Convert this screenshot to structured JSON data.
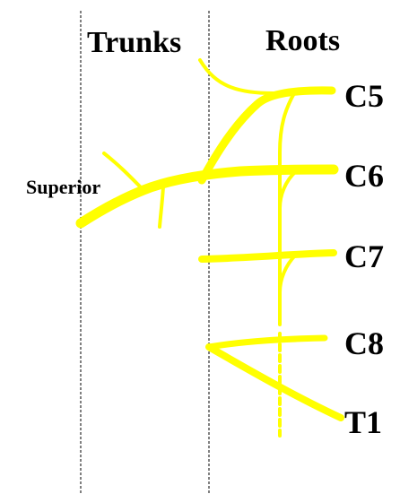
{
  "headers": {
    "trunks": "Trunks",
    "roots": "Roots"
  },
  "roots": [
    "C5",
    "C6",
    "C7",
    "C8",
    "T1"
  ],
  "trunks": {
    "superior": "Superior"
  },
  "colors": {
    "nerve": "#ffff00",
    "text": "#000000",
    "divider": "#000000"
  }
}
